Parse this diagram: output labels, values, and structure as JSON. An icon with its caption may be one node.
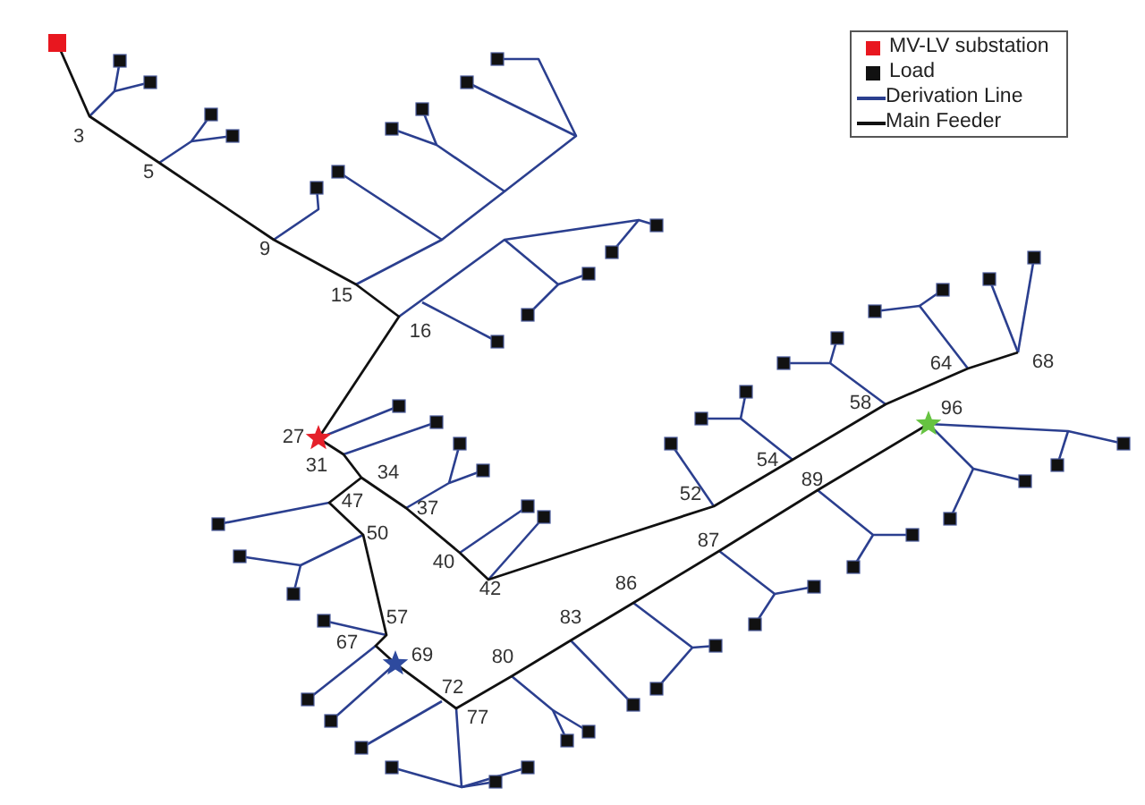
{
  "diagram": {
    "labels": [
      "3",
      "5",
      "9",
      "15",
      "16",
      "27",
      "31",
      "34",
      "37",
      "40",
      "42",
      "47",
      "50",
      "52",
      "54",
      "57",
      "58",
      "64",
      "67",
      "68",
      "69",
      "72",
      "77",
      "80",
      "83",
      "86",
      "87",
      "89",
      "96"
    ],
    "legend": [
      {
        "text": "MV-LV substation",
        "color": "#e8171f"
      },
      {
        "text": "Load",
        "color": "#111111"
      },
      {
        "text": "Derivation Line"
      },
      {
        "text": "Main Feeder"
      }
    ]
  }
}
